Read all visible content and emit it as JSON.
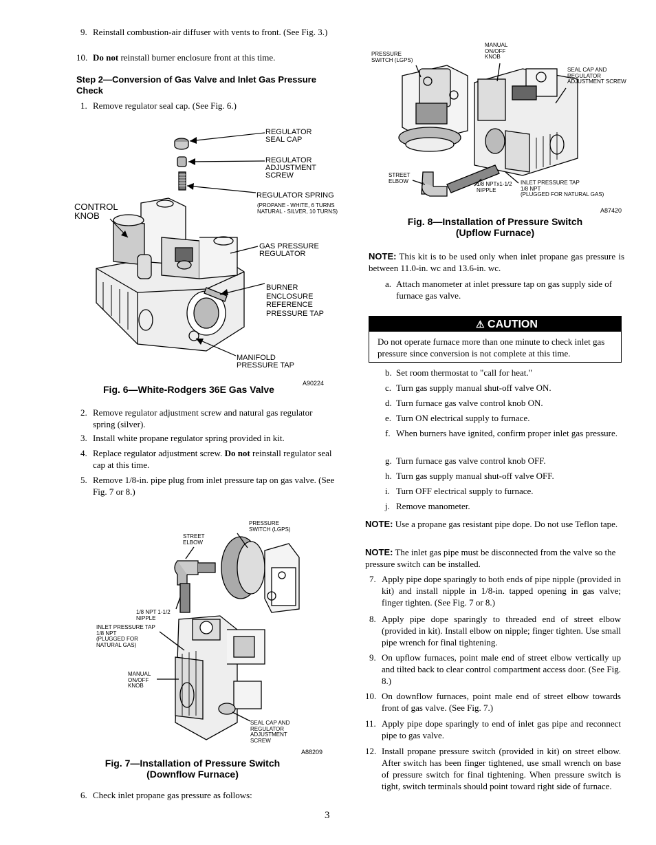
{
  "left": {
    "steps_top": [
      {
        "num": "9.",
        "text": "Reinstall combustion-air diffuser with vents to front. (See Fig. 3.)"
      },
      {
        "num": "10.",
        "bold": "Do not",
        "text": " reinstall burner enclosure front at this time."
      }
    ],
    "heading": "Step 2—Conversion of Gas Valve and Inlet Gas Pressure Check",
    "step1": {
      "num": "1.",
      "text": "Remove regulator seal cap. (See Fig. 6.)"
    },
    "fig6": {
      "labels": {
        "seal_cap": "REGULATOR\nSEAL CAP",
        "adj_screw": "REGULATOR\nADJUSTMENT\nSCREW",
        "spring": "REGULATOR SPRING",
        "spring_note": "(PROPANE - WHITE, 6 TURNS\nNATURAL - SILVER, 10 TURNS)",
        "control_knob": "CONTROL\nKNOB",
        "gas_reg": "GAS PRESSURE\nREGULATOR",
        "burner_tap": "BURNER\nENCLOSURE\nREFERENCE\nPRESSURE TAP",
        "manifold_tap": "MANIFOLD\nPRESSURE TAP"
      },
      "caption": "Fig. 6—White-Rodgers 36E Gas Valve",
      "code": "A90224"
    },
    "steps_mid": [
      {
        "num": "2.",
        "text": "Remove regulator adjustment screw and natural gas regulator spring (silver)."
      },
      {
        "num": "3.",
        "text": "Install white propane regulator spring provided in kit."
      },
      {
        "num": "4.",
        "text": "Replace regulator adjustment screw. ",
        "bold": "Do not",
        "text2": " reinstall regulator seal cap at this time."
      },
      {
        "num": "5.",
        "text": "Remove 1/8-in. pipe plug from inlet pressure tap on gas valve. (See Fig. 7 or 8.)"
      }
    ],
    "fig7": {
      "labels": {
        "pressure_switch": "PRESSURE\nSWITCH (LGPS)",
        "street_elbow": "STREET\nELBOW",
        "nipple": "1/8 NPT 1-1/2\nNIPPLE",
        "inlet_tap": "INLET PRESSURE TAP\n1/8 NPT\n(PLUGGED FOR\nNATURAL GAS)",
        "manual_knob": "MANUAL\nON/OFF\nKNOB",
        "seal_cap": "SEAL CAP AND\nREGULATOR\nADJUSTMENT\nSCREW"
      },
      "code": "A88209",
      "caption": "Fig. 7—Installation of Pressure Switch\n(Downflow Furnace)"
    },
    "step6": {
      "num": "6.",
      "text": "Check inlet propane gas pressure as follows:"
    }
  },
  "right": {
    "fig8": {
      "labels": {
        "pressure_switch": "PRESSURE\nSWITCH (LGPS)",
        "manual_knob": "MANUAL\nON/OFF\nKNOB",
        "seal_cap": "SEAL CAP AND\nREGULATOR\nADJUSTMENT SCREW",
        "street_elbow": "STREET\nELBOW",
        "nipple": "1/8 NPTx1-1/2\nNIPPLE",
        "inlet_tap": "INLET PRESSURE TAP\n1/8 NPT\n(PLUGGED FOR NATURAL GAS)"
      },
      "code": "A87420",
      "caption": "Fig. 8—Installation of Pressure Switch\n(Upflow Furnace)"
    },
    "note1": {
      "key": "NOTE:",
      "text": " This kit is to be used only when inlet propane gas pressure is between 11.0-in. wc and 13.6-in. wc."
    },
    "sub_a": {
      "num": "a.",
      "text": "Attach manometer at inlet pressure tap on gas supply side of furnace gas valve."
    },
    "caution": {
      "title": "CAUTION",
      "text": "Do not operate furnace more than one minute to check inlet gas pressure since conversion is not complete at this time."
    },
    "subs": [
      {
        "num": "b.",
        "text": "Set room thermostat to \"call for heat.\""
      },
      {
        "num": "c.",
        "text": "Turn gas supply manual shut-off valve ON."
      },
      {
        "num": "d.",
        "text": "Turn furnace gas valve control knob ON."
      },
      {
        "num": "e.",
        "text": "Turn ON electrical supply to furnace."
      },
      {
        "num": "f.",
        "text": "When burners have ignited, confirm proper inlet gas pressure."
      },
      {
        "num": "g.",
        "text": "Turn furnace gas valve control knob OFF."
      },
      {
        "num": "h.",
        "text": "Turn gas supply manual shut-off valve OFF."
      },
      {
        "num": "i.",
        "text": "Turn OFF electrical supply to furnace."
      },
      {
        "num": "j.",
        "text": "Remove manometer."
      }
    ],
    "note2": {
      "key": "NOTE:",
      "text": " Use a propane gas resistant pipe dope. Do not use Teflon tape."
    },
    "note3": {
      "key": "NOTE:",
      "text": " The inlet gas pipe must be disconnected from the valve so the pressure switch can be installed."
    },
    "steps": [
      {
        "num": "7.",
        "text": "Apply pipe dope sparingly to both ends of pipe nipple (provided in kit) and install nipple in 1/8-in. tapped opening in gas valve; finger tighten. (See Fig. 7 or 8.)"
      },
      {
        "num": "8.",
        "text": "Apply pipe dope sparingly to threaded end of street elbow (provided in kit). Install elbow on nipple; finger tighten. Use small pipe wrench for final tightening."
      },
      {
        "num": "9.",
        "text": "On upflow furnaces, point male end of street elbow vertically up and tilted back to clear control compartment access door. (See Fig. 8.)"
      },
      {
        "num": "10.",
        "text": "On downflow furnaces, point male end of street elbow towards front of gas valve. (See Fig. 7.)"
      },
      {
        "num": "11.",
        "text": "Apply pipe dope sparingly to end of inlet gas pipe and reconnect pipe to gas valve."
      },
      {
        "num": "12.",
        "text": "Install propane pressure switch (provided in kit) on street elbow. After switch has been finger tightened, use small wrench on base of pressure switch for final tightening. When pressure switch is tight, switch terminals should point toward right side of furnace."
      }
    ]
  },
  "page_number": "3"
}
